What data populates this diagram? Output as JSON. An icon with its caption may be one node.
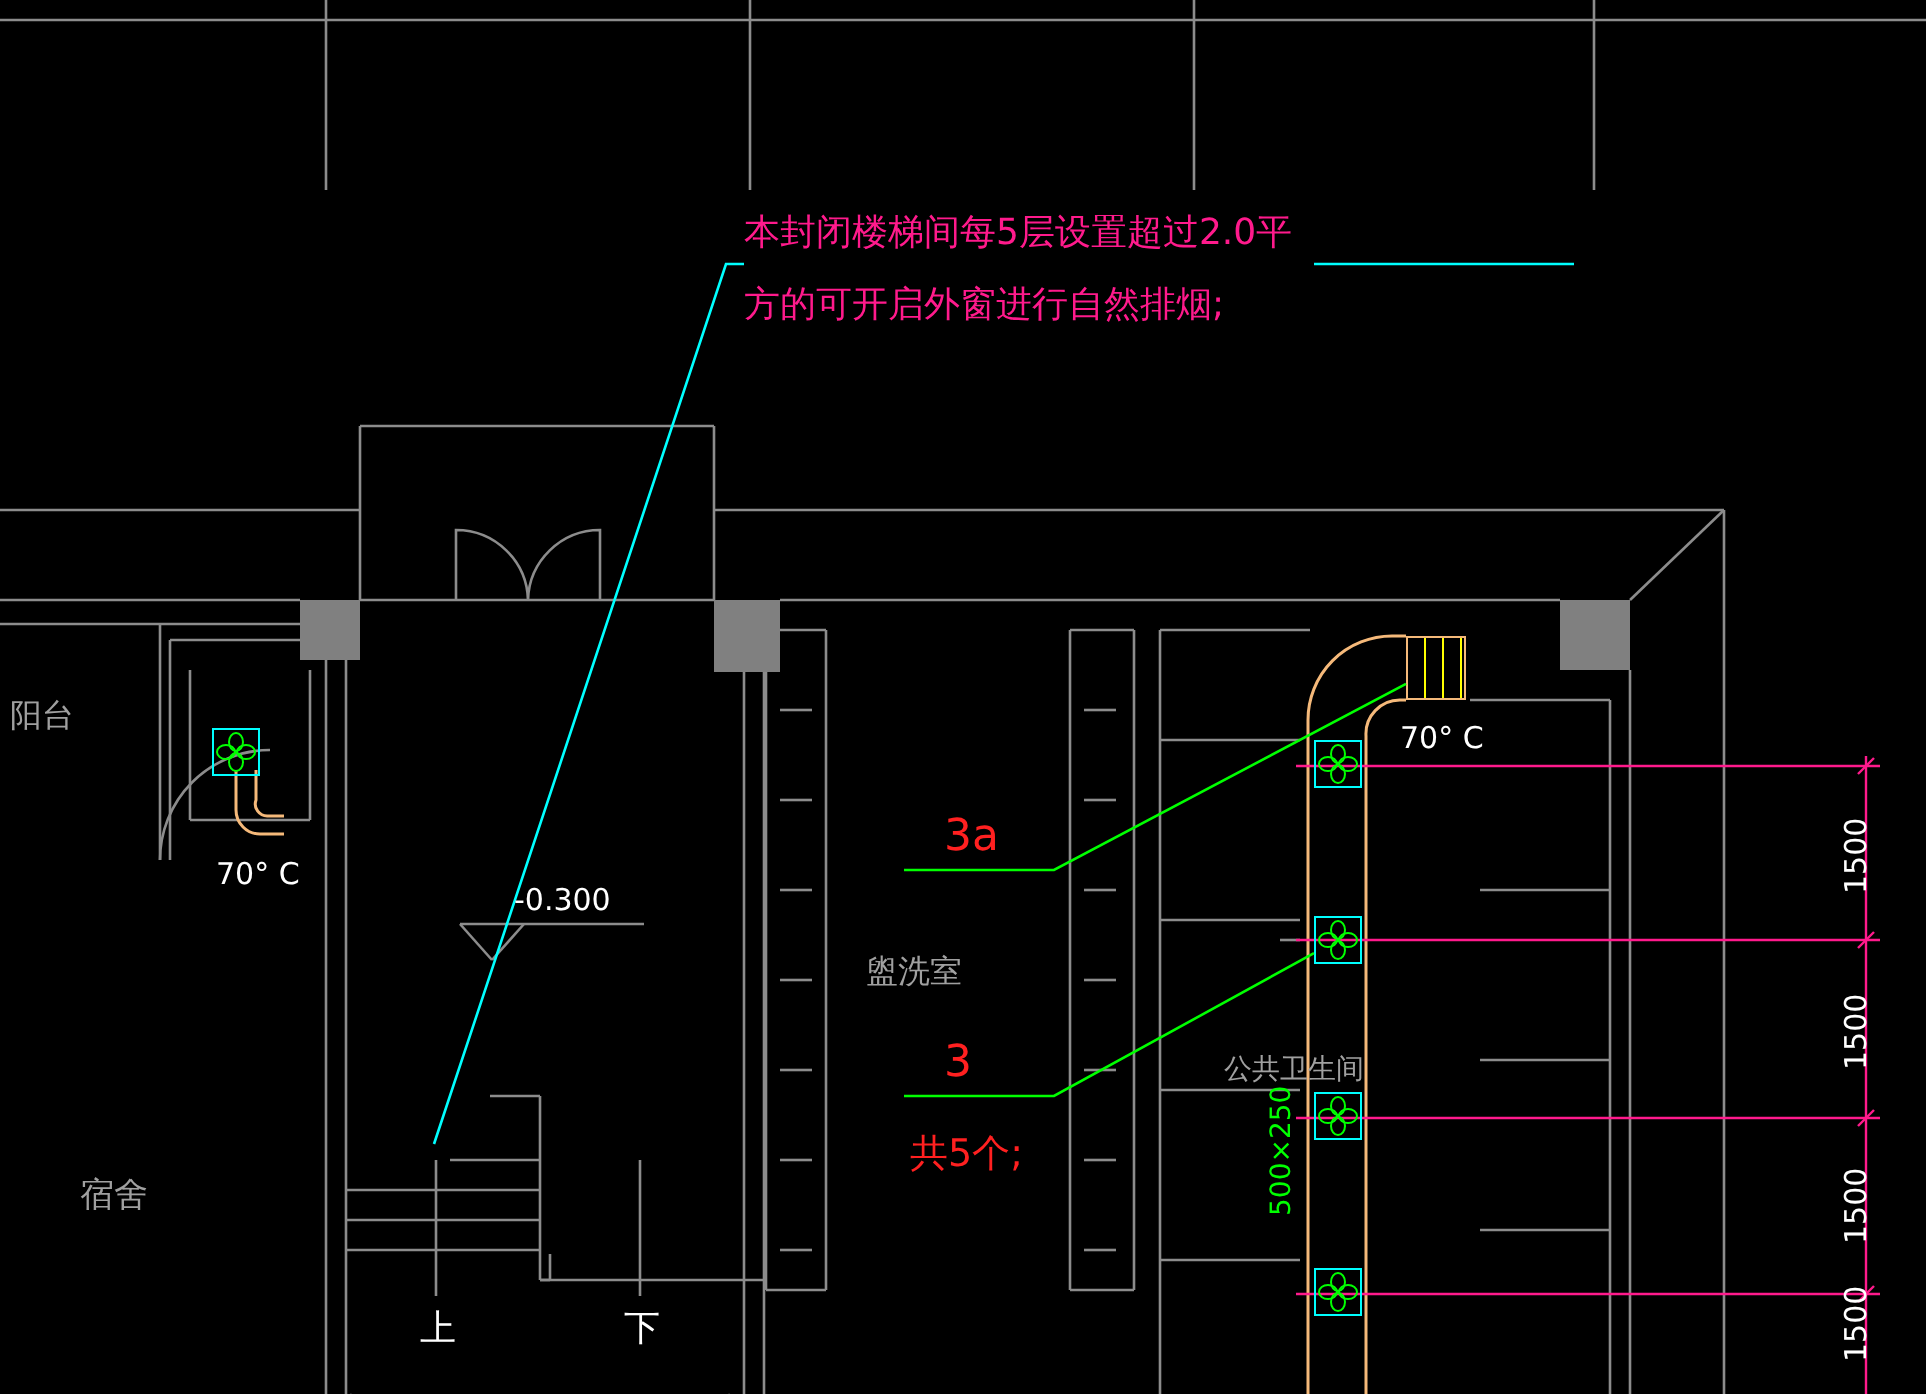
{
  "diagram": {
    "nodes": [
      {
        "text": [
          "本封闭楼梯间每5层设置超过2.0平方的可开启外窗进行自然排烟;"
        ]
      },
      {
        "text": [
          "3a"
        ]
      },
      {
        "text": [
          "3"
        ]
      },
      {
        "text": [],
        "shape": "box"
      },
      {
        "text": [],
        "shape": "picture"
      },
      {
        "text": [],
        "shape": "picture"
      },
      {
        "text": [],
        "shape": "picture"
      },
      {
        "text": [],
        "shape": "picture"
      },
      {
        "text": [],
        "shape": "picture"
      }
    ],
    "edges": [
      {
        "from": 0,
        "to": null,
        "arrow": "none",
        "color": "#00ffff"
      },
      {
        "from": 1,
        "to": 3,
        "arrow": "none"
      },
      {
        "from": 2,
        "to": 6,
        "arrow": "none"
      }
    ],
    "labels": [
      "阳台",
      "70° C",
      "-0.300",
      "盥洗室",
      "共5个;",
      "宿舍",
      "上",
      "下",
      "70° C",
      "1500",
      "1500",
      "1500",
      "1500",
      "500×250",
      "公共卫生间"
    ]
  }
}
